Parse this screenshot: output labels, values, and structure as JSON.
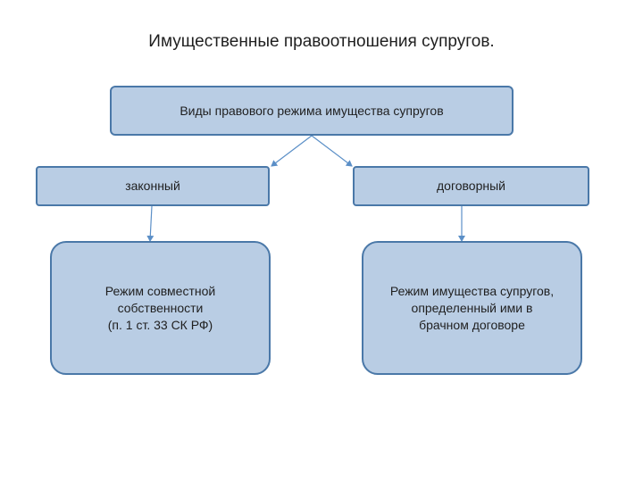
{
  "title": "Имущественные правоотношения супругов.",
  "nodes": {
    "root": "Виды правового режима имущества супругов",
    "legal": "законный",
    "contract": "договорный",
    "joint": "Режим совместной\nсобственности\n(п. 1 ст. 33 СК РФ)",
    "agreement": "Режим имущества супругов,\nопределенный ими в\nбрачном договоре"
  },
  "colors": {
    "box_fill": "#b9cde4",
    "box_border": "#4a78a8",
    "connector": "#5b8fc7"
  }
}
